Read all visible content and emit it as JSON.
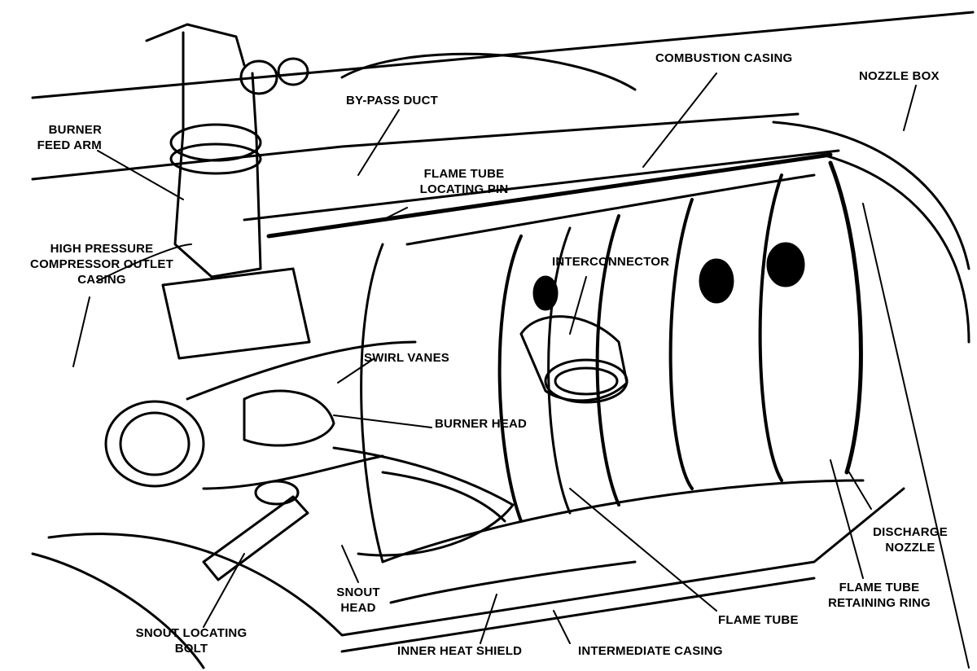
{
  "labels": {
    "combustion_casing": "COMBUSTION CASING",
    "nozzle_box": "NOZZLE BOX",
    "by_pass_duct": "BY-PASS DUCT",
    "burner_feed_arm": [
      "BURNER",
      "FEED ARM"
    ],
    "flame_tube_locating_pin": [
      "FLAME TUBE",
      "LOCATING PIN"
    ],
    "hp_compressor_outlet_casing": [
      "HIGH PRESSURE",
      "COMPRESSOR OUTLET",
      "CASING"
    ],
    "interconnector": "INTERCONNECTOR",
    "swirl_vanes": "SWIRL VANES",
    "burner_head": "BURNER HEAD",
    "discharge_nozzle": [
      "DISCHARGE",
      "NOZZLE"
    ],
    "flame_tube_retaining_ring": [
      "FLAME TUBE",
      "RETAINING RING"
    ],
    "snout_head": [
      "SNOUT",
      "HEAD"
    ],
    "flame_tube": "FLAME TUBE",
    "snout_locating_bolt": [
      "SNOUT LOCATING",
      "BOLT"
    ],
    "inner_heat_shield": "INNER HEAT SHIELD",
    "intermediate_casing": "INTERMEDIATE CASING"
  },
  "colors": {
    "ink": "#000000",
    "paper": "#ffffff"
  }
}
